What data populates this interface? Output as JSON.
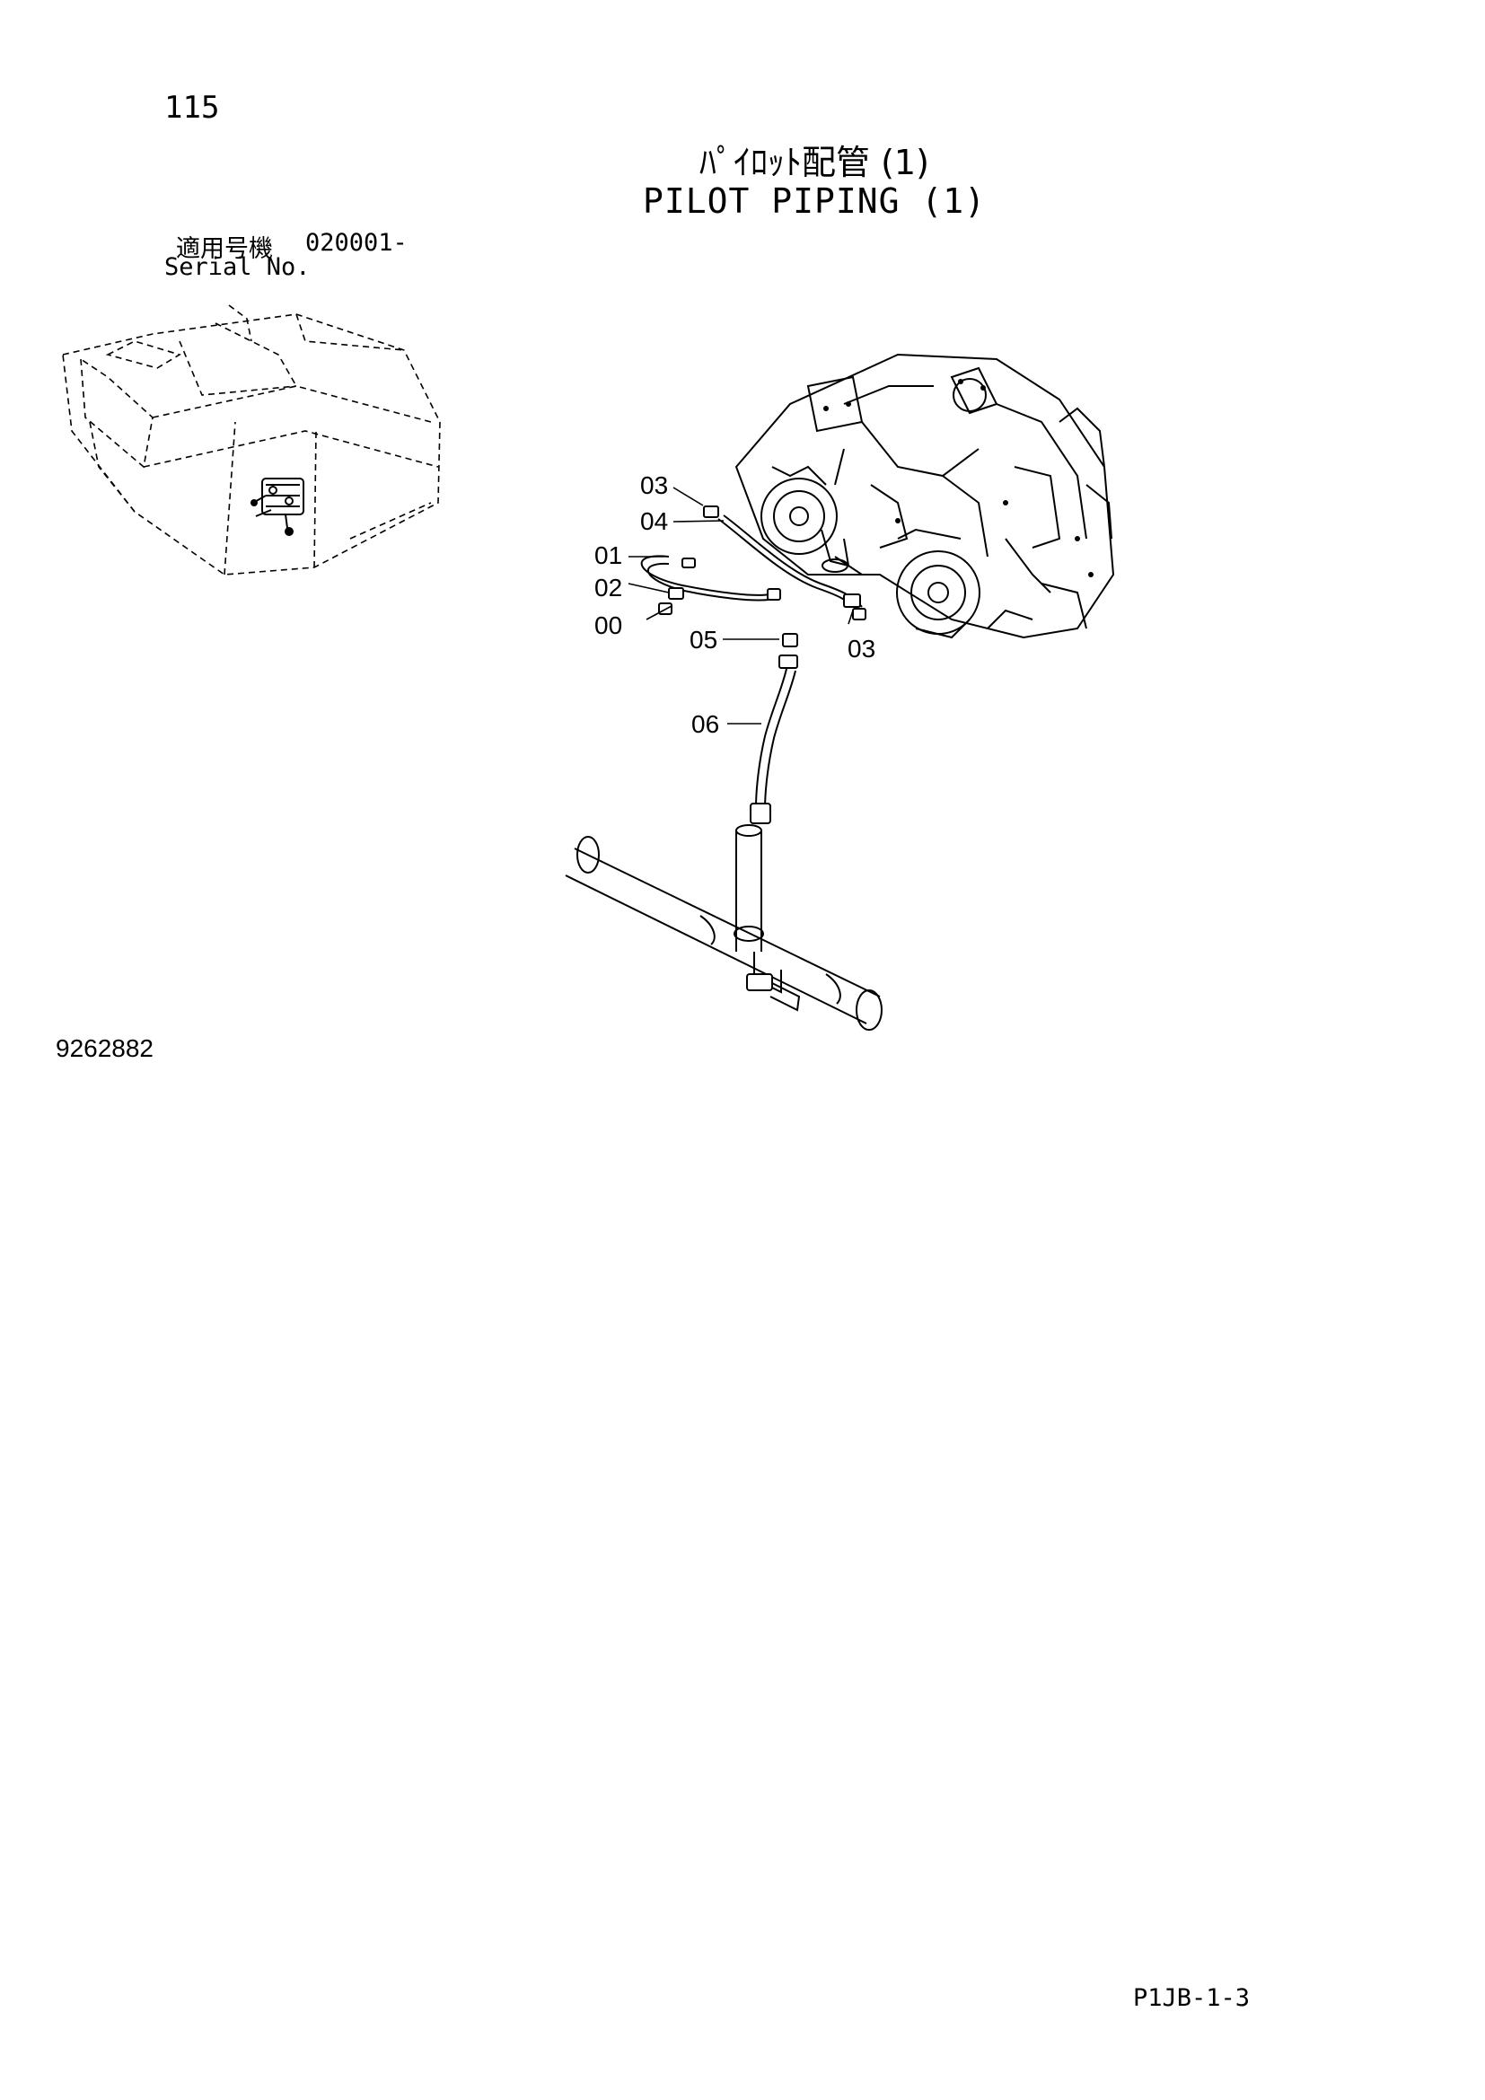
{
  "page_number": "115",
  "title_jp": "ﾊﾟｲﾛｯﾄ配管 (1)",
  "title_en": "PILOT PIPING (1)",
  "serial": {
    "label_jp": "適用号機",
    "value": "020001-",
    "label_en": "Serial No."
  },
  "callouts": [
    {
      "id": "03a",
      "label": "03"
    },
    {
      "id": "04",
      "label": "04"
    },
    {
      "id": "01",
      "label": "01"
    },
    {
      "id": "02",
      "label": "02"
    },
    {
      "id": "00",
      "label": "00"
    },
    {
      "id": "05",
      "label": "05"
    },
    {
      "id": "03b",
      "label": "03"
    },
    {
      "id": "06",
      "label": "06"
    }
  ],
  "figure_code": "9262882",
  "footer_code": "P1JB-1-3"
}
